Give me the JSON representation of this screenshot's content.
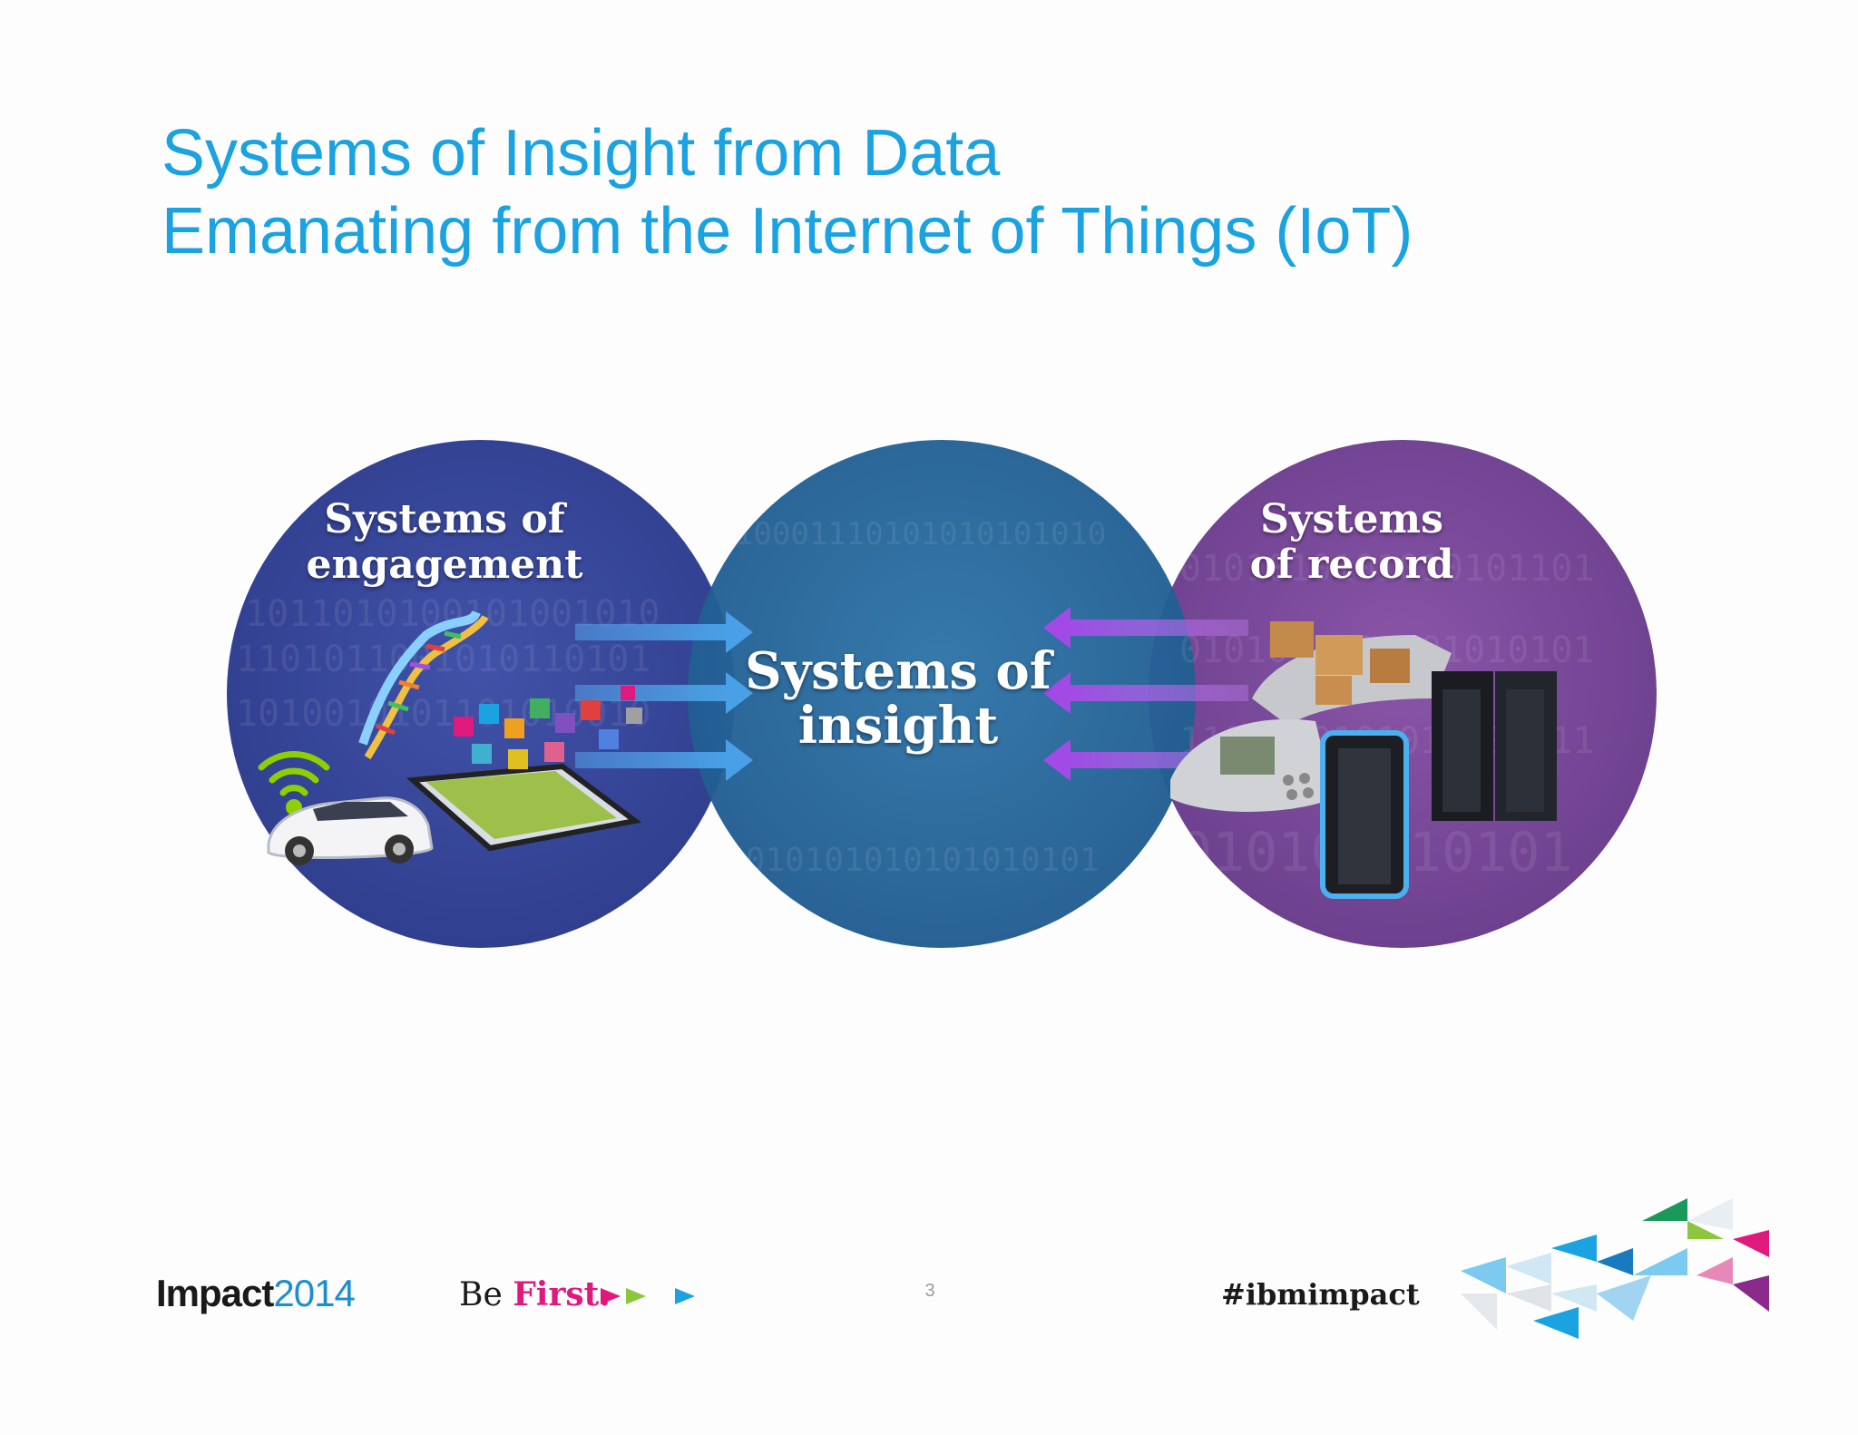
{
  "slide": {
    "title_line1": "Systems of Insight from Data",
    "title_line2": "Emanating from the Internet of Things (IoT)",
    "page_number": "3"
  },
  "diagram": {
    "engagement": {
      "line1": "Systems of",
      "line2": "engagement"
    },
    "insight": {
      "line1": "Systems of",
      "line2": "insight"
    },
    "record": {
      "line1": "Systems",
      "line2": "of record"
    }
  },
  "footer": {
    "brand_word": "Impact",
    "brand_year": "2014",
    "tagline_be": "Be ",
    "tagline_first": "First.",
    "hashtag": "#ibmimpact"
  },
  "colors": {
    "title": "#1aa3e0",
    "engagement_circle": "#3a4aa0",
    "insight_circle": "#2a6aa0",
    "record_circle": "#7b4a9a",
    "arrow_blue": "#4aa0e6",
    "arrow_purple": "#a24ae6",
    "brand_pink": "#e0197d"
  },
  "icons": [
    "dna-icon",
    "wifi-icon",
    "car-icon",
    "tablet-apps-icon",
    "conveyor-boxes-icon",
    "payment-terminal-icon",
    "mainframe-server-icon"
  ]
}
